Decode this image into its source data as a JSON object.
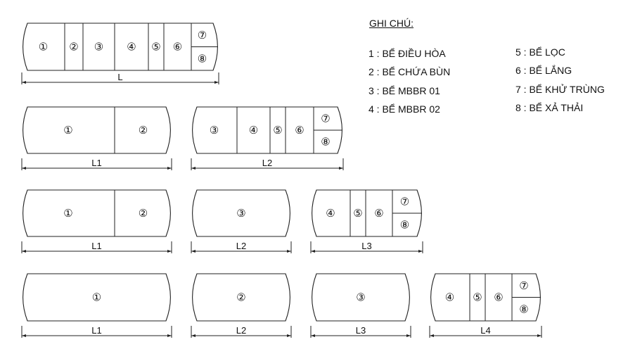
{
  "legend": {
    "title": "GHI CHÚ:",
    "items": [
      "1 : BỂ ĐIỀU HÒA",
      "2 : BỂ CHỨA BÙN",
      "3 : BỂ MBBR 01",
      "4 : BỂ MBBR 02",
      "5 : BỂ LỌC",
      "6 : BỂ LẮNG",
      "7 : BỂ KHỬ TRÙNG",
      "8 : BỂ XẢ THẢI"
    ]
  },
  "configurations": [
    {
      "name": "row-1",
      "tanks": [
        {
          "label": "L",
          "compartments": [
            "①",
            "②",
            "③",
            "④",
            "⑤",
            "⑥",
            "⑦",
            "⑧"
          ]
        }
      ]
    },
    {
      "name": "row-2",
      "tanks": [
        {
          "label": "L1",
          "compartments": [
            "①",
            "②"
          ]
        },
        {
          "label": "L2",
          "compartments": [
            "③",
            "④",
            "⑤",
            "⑥",
            "⑦",
            "⑧"
          ]
        }
      ]
    },
    {
      "name": "row-3",
      "tanks": [
        {
          "label": "L1",
          "compartments": [
            "①",
            "②"
          ]
        },
        {
          "label": "L2",
          "compartments": [
            "③"
          ]
        },
        {
          "label": "L3",
          "compartments": [
            "④",
            "⑤",
            "⑥",
            "⑦",
            "⑧"
          ]
        }
      ]
    },
    {
      "name": "row-4",
      "tanks": [
        {
          "label": "L1",
          "compartments": [
            "①"
          ]
        },
        {
          "label": "L2",
          "compartments": [
            "②"
          ]
        },
        {
          "label": "L3",
          "compartments": [
            "③"
          ]
        },
        {
          "label": "L4",
          "compartments": [
            "④",
            "⑤",
            "⑥",
            "⑦",
            "⑧"
          ]
        }
      ]
    }
  ]
}
